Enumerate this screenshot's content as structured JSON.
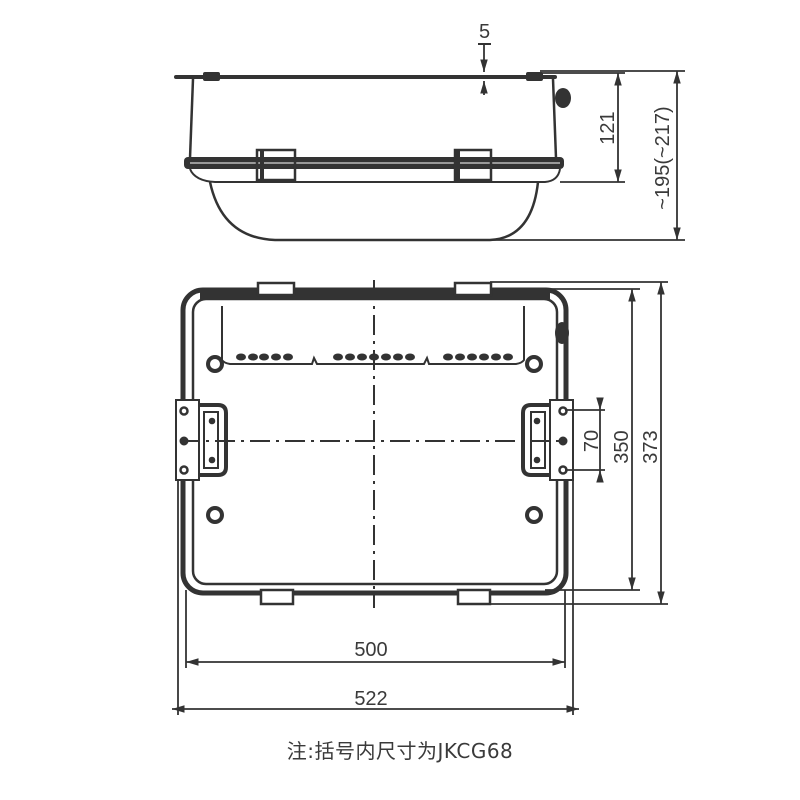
{
  "side_view": {
    "dim_top_offset": "5",
    "dim_body_height": "121",
    "dim_total_height": "~195(~217)"
  },
  "plan_view": {
    "dim_bracket_spacing": "70",
    "dim_inner_depth": "350",
    "dim_outer_depth": "373",
    "dim_inner_width": "500",
    "dim_outer_width": "522"
  },
  "note": "注:括号内尺寸为JKCG68",
  "colors": {
    "line": "#333333",
    "text": "#3a3a3a",
    "background": "#ffffff"
  }
}
